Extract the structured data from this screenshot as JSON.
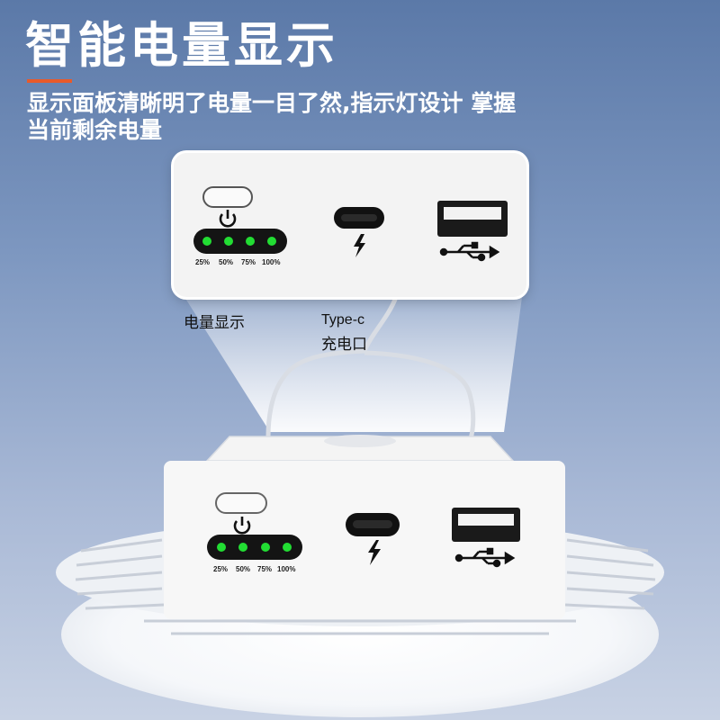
{
  "header": {
    "title": "智能电量显示",
    "subtitle_line1": "显示面板清晰明了电量一目了然,指示灯设计 掌握",
    "subtitle_line2": "当前剩余电量"
  },
  "callouts": {
    "battery_display": "电量显示",
    "typec_line1": "Type-c",
    "typec_line2": "充电口"
  },
  "battery_indicator": {
    "levels": [
      "25%",
      "50%",
      "75%",
      "100%"
    ],
    "lit_count": 4,
    "led_color": "#22dd33"
  },
  "icons": [
    "power-icon",
    "lightning-icon",
    "usb-icon"
  ],
  "colors": {
    "accent": "#e85a2a",
    "background_top": "#5b79a8",
    "background_bottom": "#c8d2e4",
    "led_green": "#22dd33"
  }
}
